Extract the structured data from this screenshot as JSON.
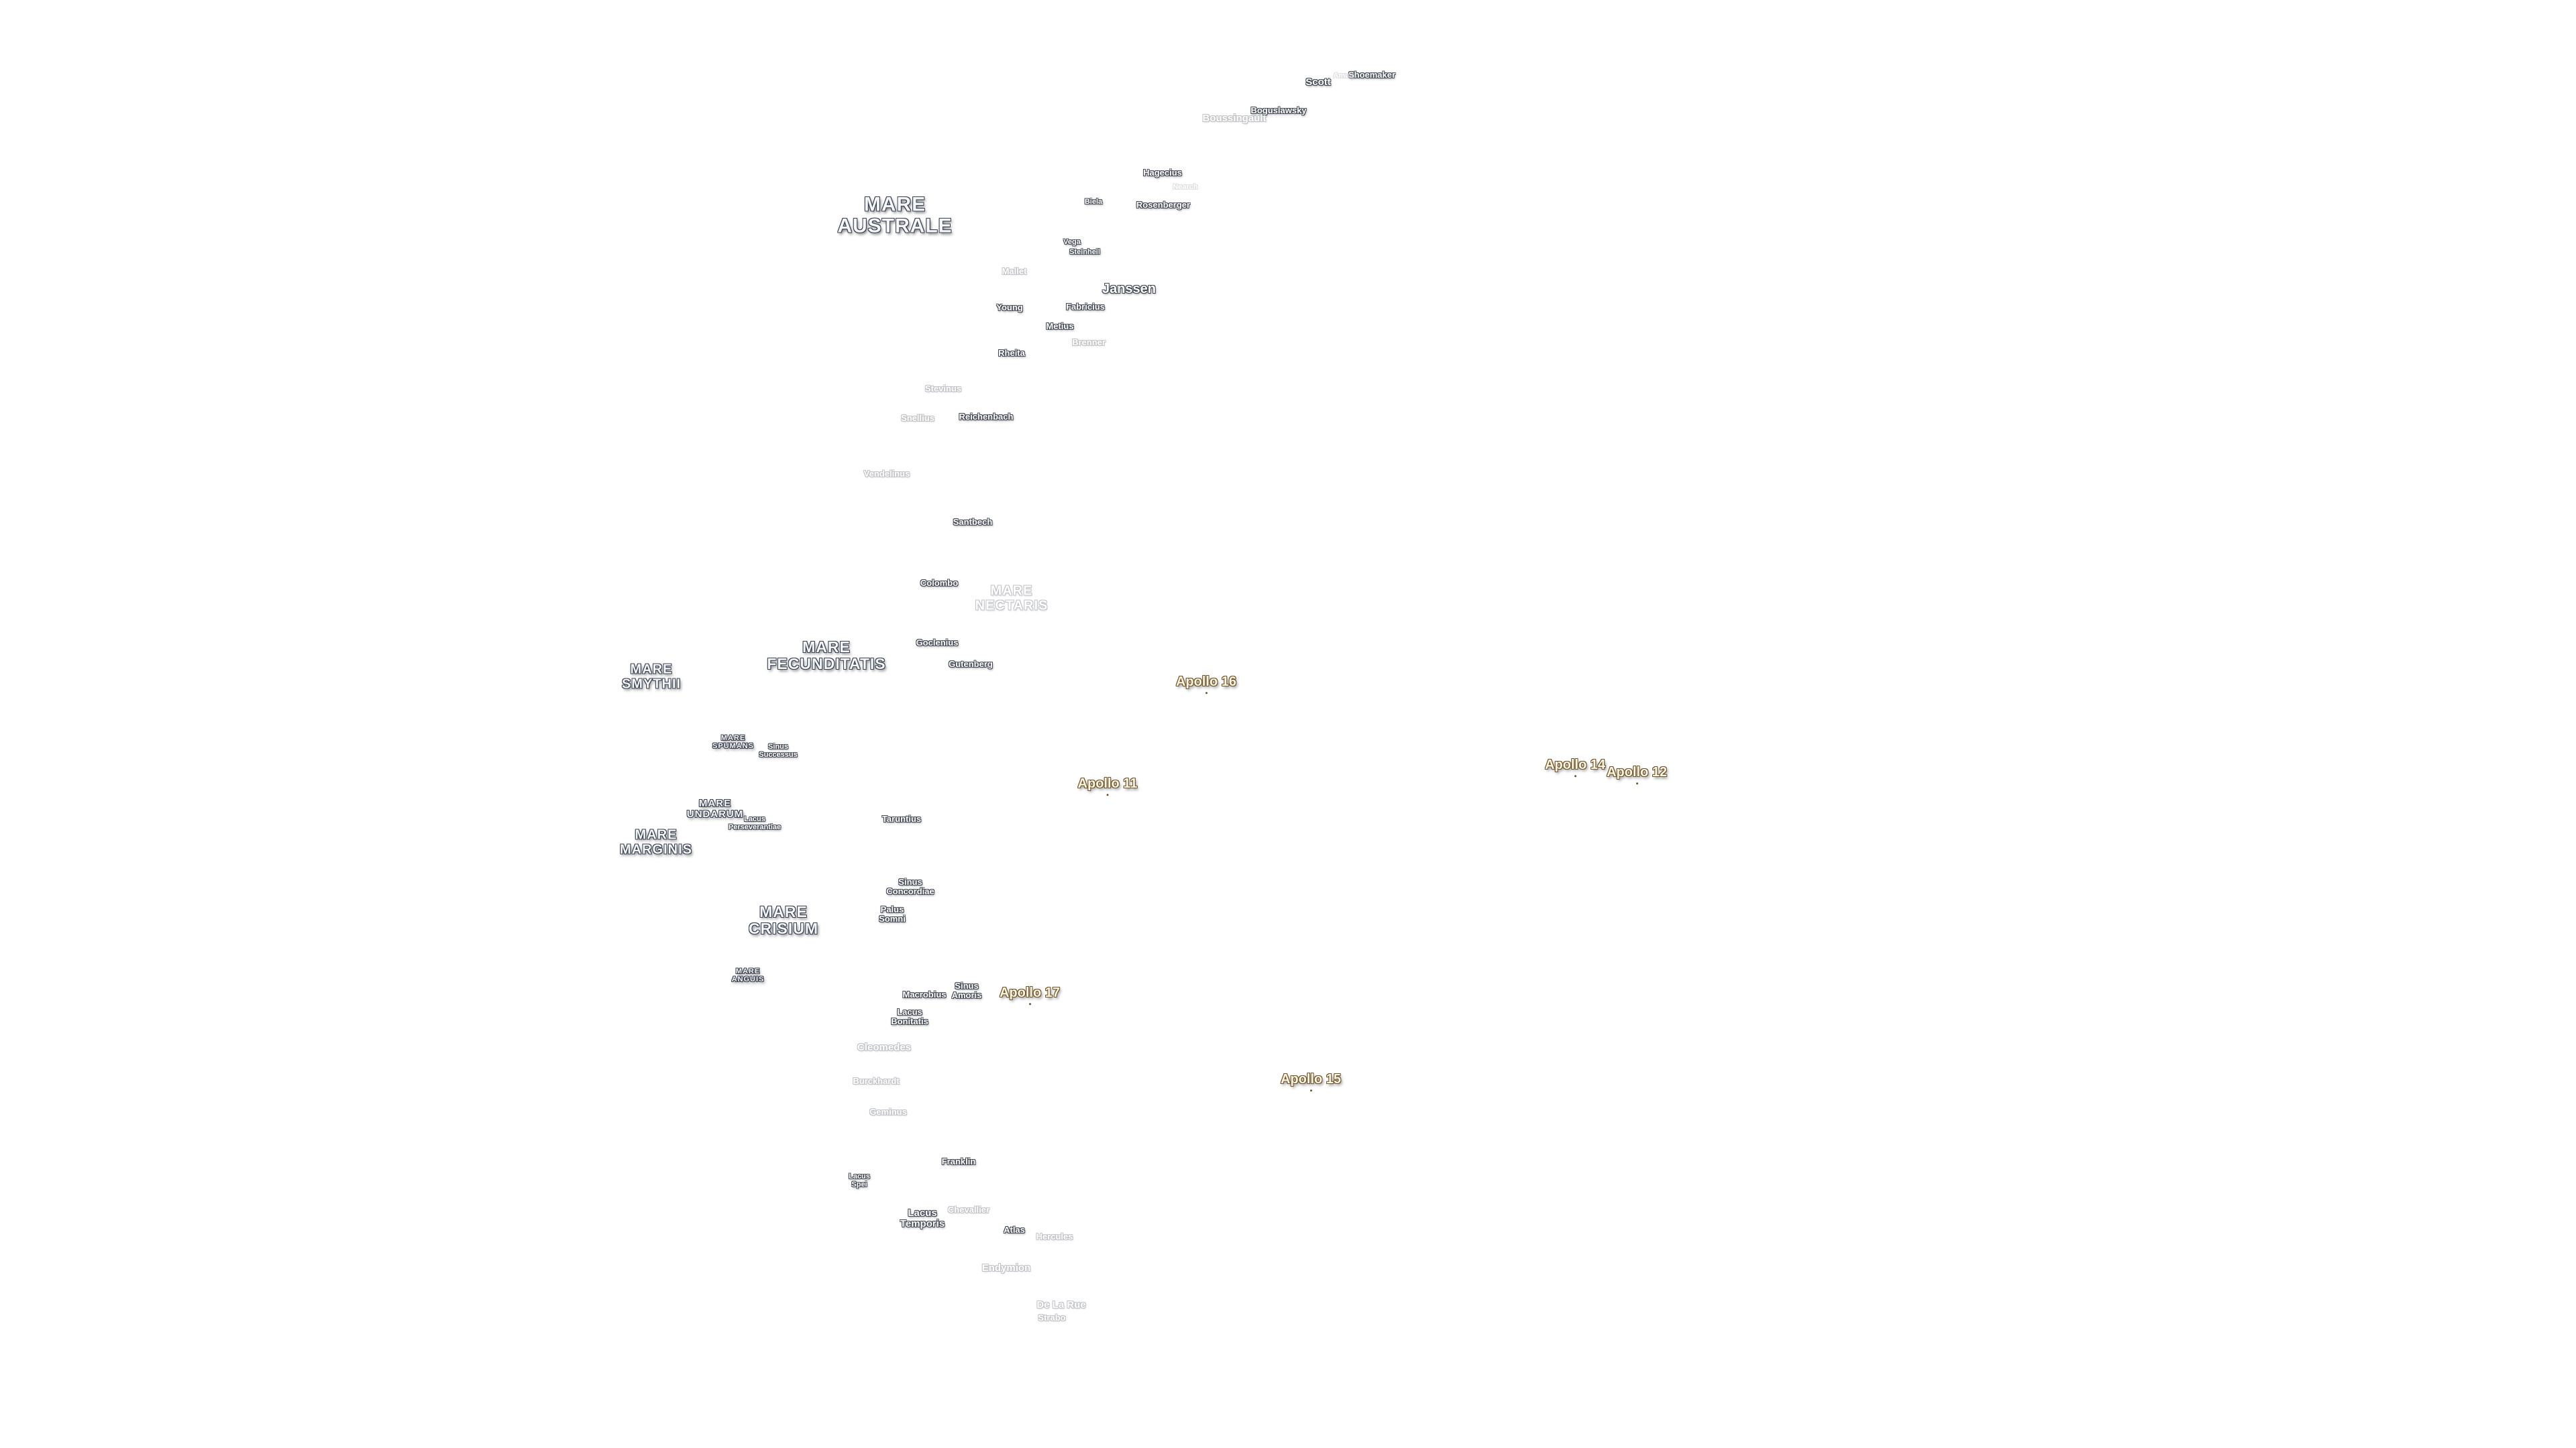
{
  "map": {
    "colors": {
      "background": "#ffffff",
      "mare_outline": "#3a4150",
      "crater_outline": "#404652",
      "apollo_outline": "#6b5530",
      "apollo_fill": "#fff4dc"
    },
    "maria": [
      {
        "id": "mare-australe",
        "line1": "MARE",
        "line2": "AUSTRALE"
      },
      {
        "id": "mare-nectaris",
        "line1": "MARE",
        "line2": "NECTARIS"
      },
      {
        "id": "mare-fecunditatis",
        "line1": "MARE",
        "line2": "FECUNDITATIS"
      },
      {
        "id": "mare-smythii",
        "line1": "MARE",
        "line2": "SMYTHII"
      },
      {
        "id": "mare-spumans",
        "line1": "MARE",
        "line2": "SPUMANS"
      },
      {
        "id": "mare-undarum",
        "line1": "MARE",
        "line2": "UNDARUM"
      },
      {
        "id": "mare-marginis",
        "line1": "MARE",
        "line2": "MARGINIS"
      },
      {
        "id": "mare-crisium",
        "line1": "MARE",
        "line2": "CRISIUM"
      },
      {
        "id": "mare-anguis",
        "line1": "MARE",
        "line2": "ANGUIS"
      }
    ],
    "features": [
      {
        "id": "shoemaker",
        "line1": "Shoemaker"
      },
      {
        "id": "scott",
        "line1": "Scott"
      },
      {
        "id": "amundsen-partial",
        "line1": "Amun"
      },
      {
        "id": "boguslawsky",
        "line1": "Boguslawsky"
      },
      {
        "id": "boussingault",
        "line1": "Boussingault"
      },
      {
        "id": "hagecius",
        "line1": "Hagecius"
      },
      {
        "id": "nearch",
        "line1": "Nearch"
      },
      {
        "id": "rosenberger",
        "line1": "Rosenberger"
      },
      {
        "id": "biela",
        "line1": "Biela"
      },
      {
        "id": "vega",
        "line1": "Vega"
      },
      {
        "id": "steinheil",
        "line1": "Steinheil"
      },
      {
        "id": "mallet",
        "line1": "Mallet"
      },
      {
        "id": "janssen",
        "line1": "Janssen"
      },
      {
        "id": "young",
        "line1": "Young"
      },
      {
        "id": "fabricius",
        "line1": "Fabricius"
      },
      {
        "id": "metius",
        "line1": "Metius"
      },
      {
        "id": "brenner",
        "line1": "Brenner"
      },
      {
        "id": "rheita",
        "line1": "Rheita"
      },
      {
        "id": "stevinus",
        "line1": "Stevinus"
      },
      {
        "id": "snellius",
        "line1": "Snellius"
      },
      {
        "id": "reichenbach",
        "line1": "Reichenbach"
      },
      {
        "id": "vendelinus",
        "line1": "Vendelinus"
      },
      {
        "id": "santbech",
        "line1": "Santbech"
      },
      {
        "id": "colombo",
        "line1": "Colombo"
      },
      {
        "id": "goclenius",
        "line1": "Goclenius"
      },
      {
        "id": "gutenberg",
        "line1": "Gutenberg"
      },
      {
        "id": "sinus-successus",
        "line1": "Sinus",
        "line2": "Successus"
      },
      {
        "id": "lacus-perseverantiae",
        "line1": "Lacus",
        "line2": "Perseverantiae"
      },
      {
        "id": "taruntius",
        "line1": "Taruntius"
      },
      {
        "id": "sinus-concordiae",
        "line1": "Sinus",
        "line2": "Concordiae"
      },
      {
        "id": "palus-somni",
        "line1": "Palus",
        "line2": "Somni"
      },
      {
        "id": "macrobius",
        "line1": "Macrobius"
      },
      {
        "id": "sinus-amoris",
        "line1": "Sinus",
        "line2": "Amoris"
      },
      {
        "id": "lacus-bonitatis",
        "line1": "Lacus",
        "line2": "Bonitatis"
      },
      {
        "id": "cleomedes",
        "line1": "Cleomedes"
      },
      {
        "id": "burckhardt",
        "line1": "Burckhardt"
      },
      {
        "id": "geminus",
        "line1": "Geminus"
      },
      {
        "id": "franklin",
        "line1": "Franklin"
      },
      {
        "id": "lacus-spei",
        "line1": "Lacus",
        "line2": "Spei"
      },
      {
        "id": "chevallier",
        "line1": "Chevallier"
      },
      {
        "id": "lacus-temporis",
        "line1": "Lacus",
        "line2": "Temporis"
      },
      {
        "id": "atlas",
        "line1": "Atlas"
      },
      {
        "id": "hercules",
        "line1": "Hercules"
      },
      {
        "id": "endymion",
        "line1": "Endymion"
      },
      {
        "id": "de-la-rue",
        "line1": "De La Rue"
      },
      {
        "id": "strabo",
        "line1": "Strabo"
      }
    ],
    "landing_sites": [
      {
        "id": "apollo-16",
        "line1": "Apollo 16"
      },
      {
        "id": "apollo-11",
        "line1": "Apollo 11"
      },
      {
        "id": "apollo-14",
        "line1": "Apollo 14"
      },
      {
        "id": "apollo-12",
        "line1": "Apollo 12"
      },
      {
        "id": "apollo-17",
        "line1": "Apollo 17"
      },
      {
        "id": "apollo-15",
        "line1": "Apollo 15"
      }
    ]
  }
}
